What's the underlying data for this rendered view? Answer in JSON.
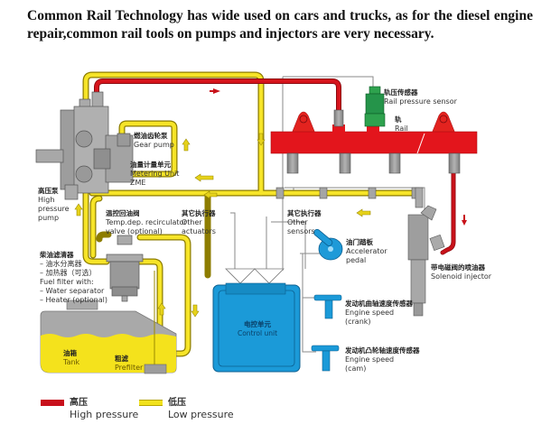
{
  "caption": "Common Rail Technology has wide used on cars and trucks, as for the diesel engine repair,common rail tools on pumps and injectors are very necessary.",
  "colors": {
    "high_pressure": "#e3101a",
    "low_pressure": "#f2e21c",
    "control_unit": "#1b9ad8",
    "rail_sensor": "#1c8a3c",
    "component_gray": "#9a9a9a"
  },
  "labels": {
    "gear_pump": {
      "zh": "燃油齿轮泵",
      "en": "Gear pump"
    },
    "metering_unit": {
      "zh": "油量计量单元",
      "en": "Metering Unit",
      "en2": "ZME"
    },
    "high_pressure_pump": {
      "zh": "高压泵",
      "en": "High",
      "en2": "pressure",
      "en3": "pump"
    },
    "recirculator_valve": {
      "zh": "温控回油阀",
      "en": "Temp.dep. recirculator",
      "en2": "valve (optional)"
    },
    "other_actuators": {
      "zh": "其它执行器",
      "en": "Other",
      "en2": "actuators"
    },
    "other_sensors": {
      "zh": "其它执行器",
      "en": "Other",
      "en2": "sensors"
    },
    "fuel_filter": {
      "zh": "柴油滤清器",
      "zh2": "– 油水分离器",
      "zh3": "– 加热器（可选）",
      "en": "Fuel filter with:",
      "en2": "– Water separator",
      "en3": "– Heater (optional)"
    },
    "rail_pressure_sensor": {
      "zh": "轨压传感器",
      "en": "Rail pressure sensor"
    },
    "rail": {
      "zh": "轨",
      "en": "Rail"
    },
    "accelerator_pedal": {
      "zh": "油门踏板",
      "en": "Accelerator",
      "en2": "pedal"
    },
    "solenoid_injector": {
      "zh": "带电磁阀的喷油器",
      "en": "Solenoid injector"
    },
    "control_unit": {
      "zh": "电控单元",
      "en": "Control unit"
    },
    "engine_speed_crank": {
      "zh": "发动机曲轴速度传感器",
      "en": "Engine speed",
      "en2": "(crank)"
    },
    "engine_speed_cam": {
      "zh": "发动机凸轮轴速度传感器",
      "en": "Engine speed",
      "en2": "(cam)"
    },
    "tank": {
      "zh": "油箱",
      "en": "Tank"
    },
    "prefilter": {
      "zh": "粗滤",
      "en": "Prefilter"
    }
  },
  "legend": [
    {
      "zh": "高压",
      "en": "High pressure",
      "color": "#c8101c"
    },
    {
      "zh": "低压",
      "en": "Low pressure",
      "color": "#f2e21c"
    }
  ]
}
